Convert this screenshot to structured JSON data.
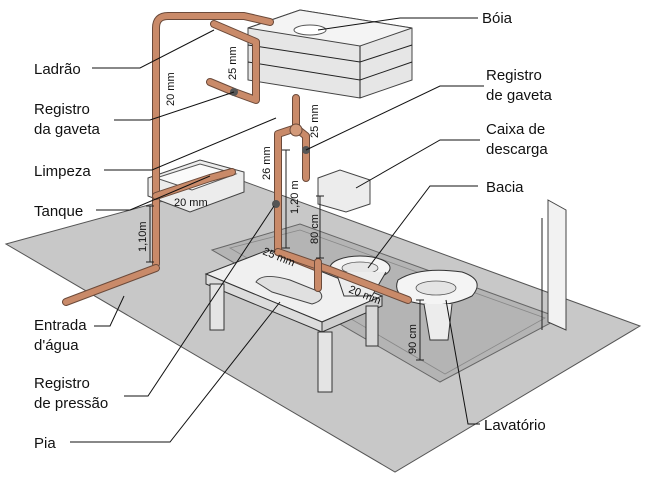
{
  "labels": {
    "boia": "Bóia",
    "ladrao": "Ladrão",
    "registro_gaveta_left_1": "Registro",
    "registro_gaveta_left_2": "da gaveta",
    "registro_gaveta_right_1": "Registro",
    "registro_gaveta_right_2": "de gaveta",
    "caixa_descarga_1": "Caixa de",
    "caixa_descarga_2": "descarga",
    "limpeza": "Limpeza",
    "tanque": "Tanque",
    "bacia": "Bacia",
    "entrada_1": "Entrada",
    "entrada_2": "d'água",
    "registro_pressao_1": "Registro",
    "registro_pressao_2": "de pressão",
    "pia": "Pia",
    "lavatorio": "Lavatório"
  },
  "dimensions": {
    "d_20mm_vertical": "20 mm",
    "d_25mm_top": "25 mm",
    "d_25mm_right": "25 mm",
    "d_20mm_tanque": "20 mm",
    "d_110m": "1,10m",
    "d_26mm": "26 mm",
    "d_120m": "1,20 m",
    "d_80cm": "80 cm",
    "d_25mm_bottom": "25 mm",
    "d_20mm_bottom": "20 mm",
    "d_90cm": "90 cm"
  },
  "colors": {
    "pipe": "#c98a69",
    "floor": "#c9c9c9",
    "tank": "#e6e6e6"
  }
}
